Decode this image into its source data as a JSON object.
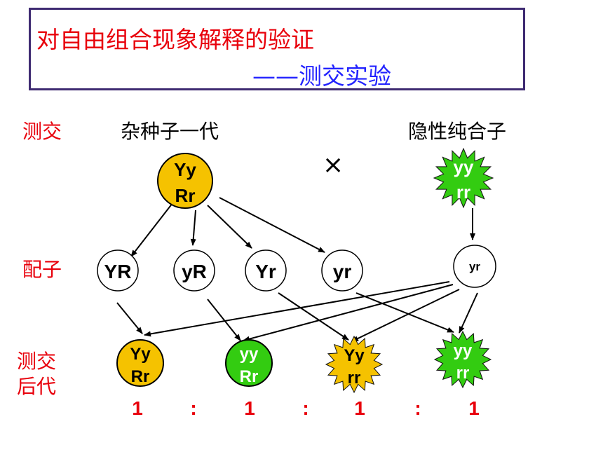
{
  "title": {
    "line1": "对自由组合现象解释的验证",
    "line2": "——测交实验"
  },
  "labels": {
    "testcross": "测交",
    "hybrid_f1": "杂种子一代",
    "recessive_homozygote": "隐性纯合子",
    "cross_symbol": "×",
    "gametes": "配子",
    "offspring_line1": "测交",
    "offspring_line2": "后代"
  },
  "parents": {
    "hybrid": {
      "line1": "Yy",
      "line2": "Rr",
      "color": "#f5c200"
    },
    "recessive": {
      "line1": "yy",
      "line2": "rr",
      "color": "#33cc11"
    }
  },
  "gametes": {
    "hybrid": [
      "YR",
      "yR",
      "Yr",
      "yr"
    ],
    "recessive": "yr"
  },
  "offspring": [
    {
      "line1": "Yy",
      "line2": "Rr",
      "color": "#f5c200",
      "shape": "circle"
    },
    {
      "line1": "yy",
      "line2": "Rr",
      "color": "#33cc11",
      "shape": "circle"
    },
    {
      "line1": "Yy",
      "line2": "rr",
      "color": "#f5c200",
      "shape": "star"
    },
    {
      "line1": "yy",
      "line2": "rr",
      "color": "#33cc11",
      "shape": "star"
    }
  ],
  "ratio": {
    "values": [
      "1",
      "1",
      "1",
      "1"
    ],
    "separator": ":",
    "color": "#e8000b"
  }
}
